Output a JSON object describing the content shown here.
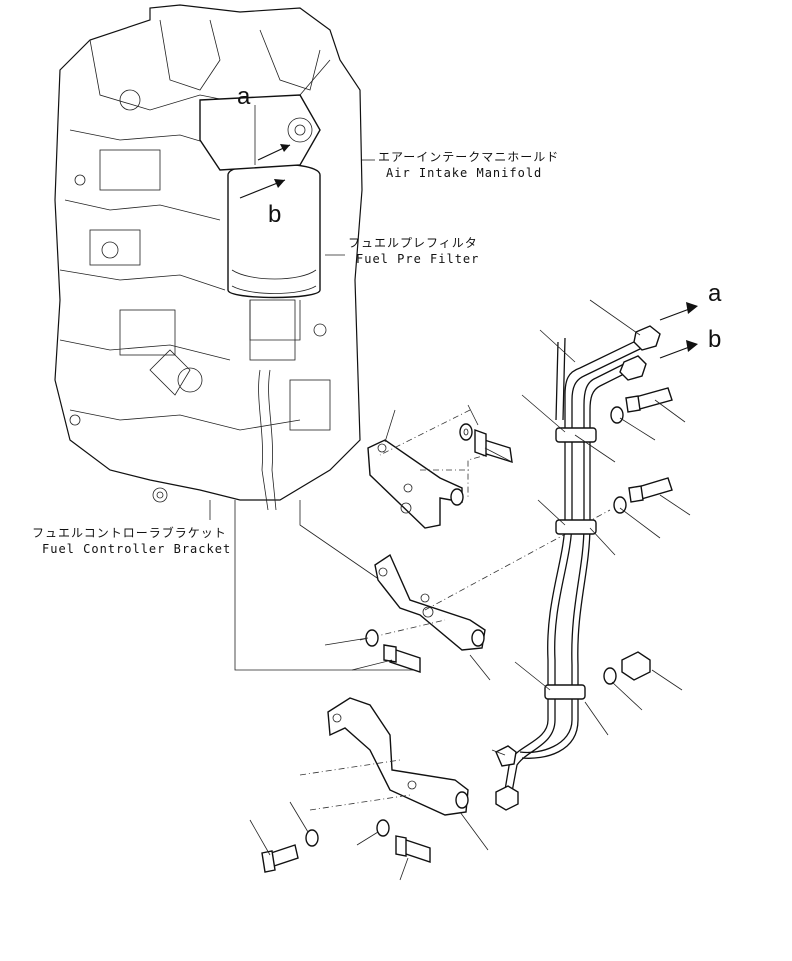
{
  "labels": {
    "air_intake_manifold_jp": "エアーインテークマニホールド",
    "air_intake_manifold_en": "Air Intake Manifold",
    "fuel_pre_filter_jp": "フュエルプレフィルタ",
    "fuel_pre_filter_en": "Fuel Pre Filter",
    "fuel_controller_bracket_jp": "フュエルコントローラブラケット",
    "fuel_controller_bracket_en": "Fuel Controller Bracket"
  },
  "refs": {
    "a_top": "a",
    "b_top": "b",
    "a_right": "a",
    "b_right": "b"
  }
}
